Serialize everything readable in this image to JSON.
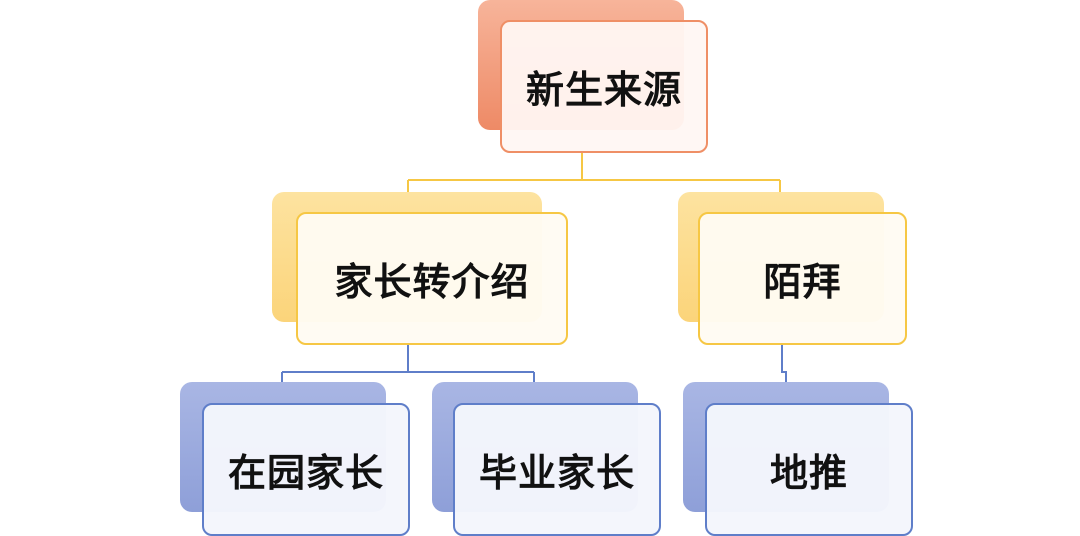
{
  "diagram": {
    "root": {
      "label": "新生来源"
    },
    "level1": [
      {
        "label": "家长转介绍"
      },
      {
        "label": "陌拜"
      }
    ],
    "level2": [
      {
        "label": "在园家长"
      },
      {
        "label": "毕业家长"
      },
      {
        "label": "地推"
      }
    ]
  },
  "colors": {
    "root": "#ef8f66",
    "level1": "#f6c744",
    "level2": "#5f7ec9",
    "text": "#111111"
  }
}
